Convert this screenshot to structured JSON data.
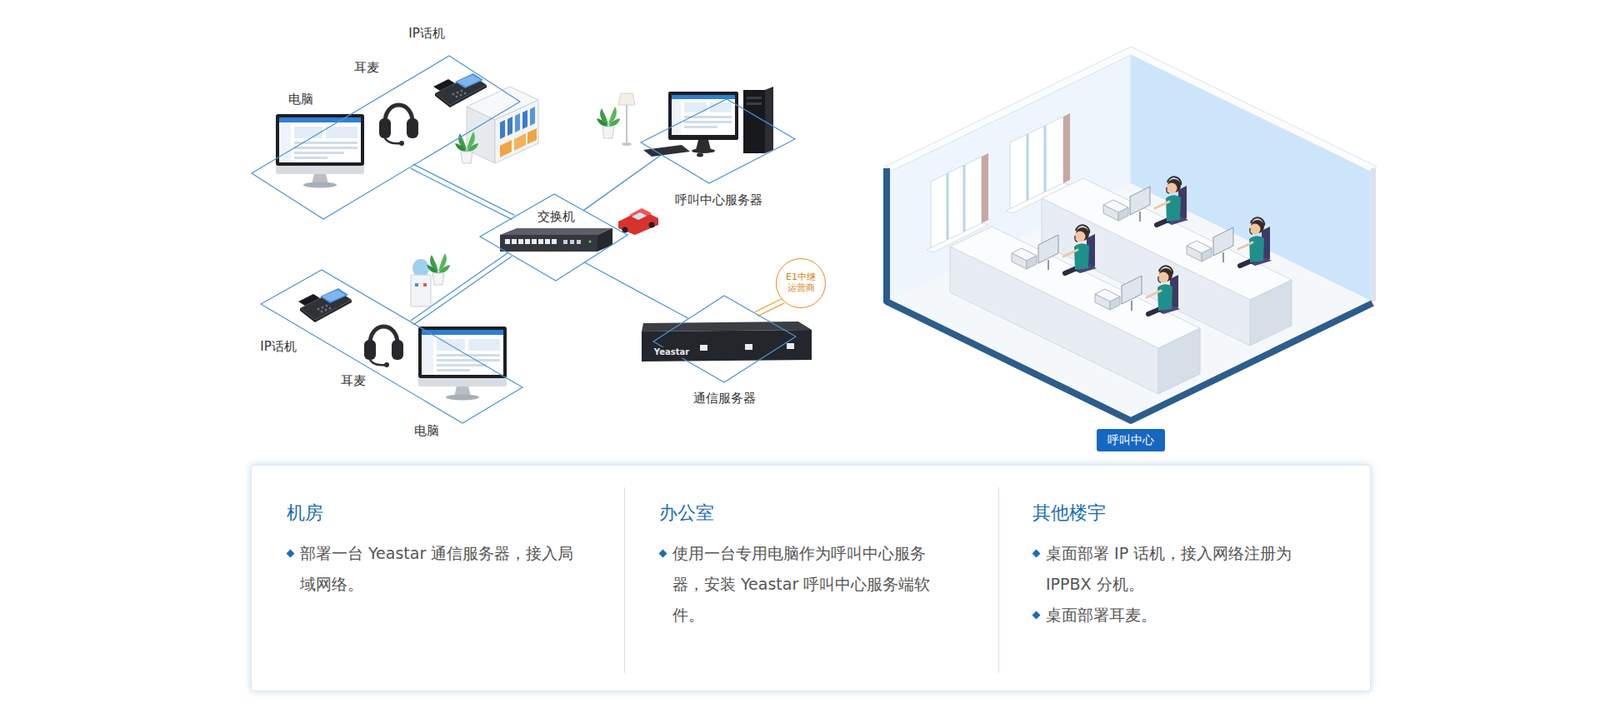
{
  "diagram": {
    "nodes": [
      {
        "text": [
          "IP话机",
          "耳麦",
          "电脑"
        ]
      },
      {
        "text": [
          "呼叫中心服务器"
        ]
      },
      {
        "text": [
          "交换机"
        ]
      },
      {
        "text": [
          "IP话机",
          "耳麦",
          "电脑"
        ]
      },
      {
        "text": [
          "通信服务器"
        ]
      },
      {
        "text": [
          "E1中继 运营商"
        ]
      },
      {
        "text": [
          "呼叫中心"
        ]
      },
      {
        "text": [
          "机房",
          "部署一台 Yeastar 通信服务器，接入局域网络。"
        ]
      },
      {
        "text": [
          "办公室",
          "使用一台专用电脑作为呼叫中心服务器，安装 Yeastar 呼叫中心服务端软件。"
        ]
      },
      {
        "text": [
          "其他楼宇",
          "桌面部署 IP 话机，接入网络注册为 IPPBX 分机。",
          "桌面部署耳麦。"
        ]
      }
    ],
    "edges": [
      {
        "from": 0,
        "to": 2,
        "arrow": "none"
      },
      {
        "from": 1,
        "to": 2,
        "arrow": "none"
      },
      {
        "from": 3,
        "to": 2,
        "arrow": "none"
      },
      {
        "from": 2,
        "to": 4,
        "arrow": "none"
      },
      {
        "from": 4,
        "to": 5,
        "arrow": "none"
      }
    ],
    "labels": [
      "Yeastar"
    ]
  }
}
